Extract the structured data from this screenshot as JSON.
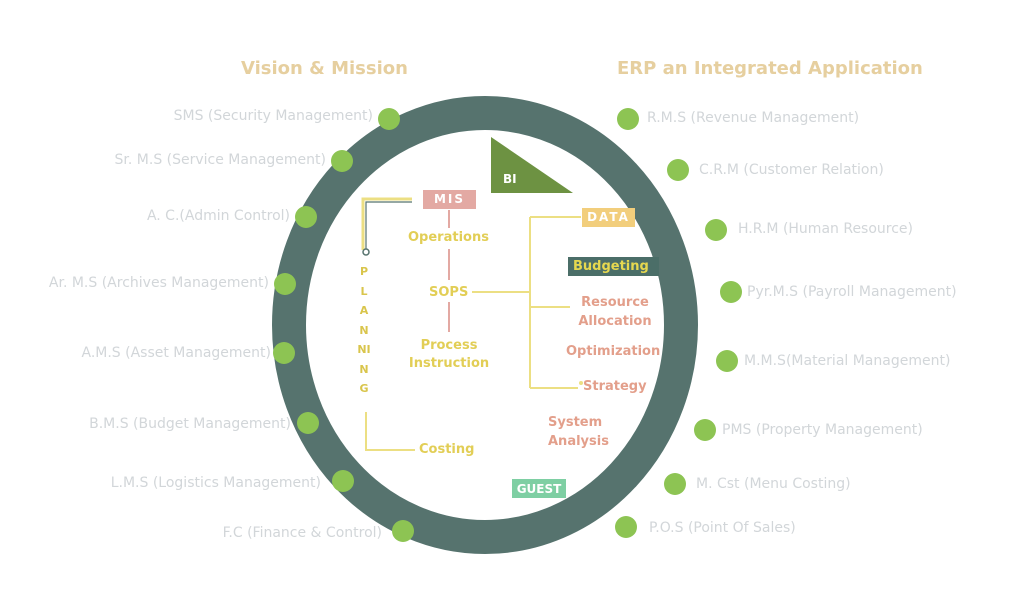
{
  "headings": {
    "left": "Vision & Mission",
    "right": "ERP an Integrated Application"
  },
  "left_modules": [
    "SMS (Security Management)",
    "Sr. M.S (Service Management)",
    "A. C.(Admin Control)",
    "Ar. M.S (Archives Management)",
    "A.M.S (Asset Management)",
    "B.M.S (Budget Management)",
    "L.M.S (Logistics Management)",
    "F.C (Finance & Control)"
  ],
  "right_modules": [
    "R.M.S (Revenue Management)",
    "C.R.M (Customer Relation)",
    "H.R.M (Human Resource)",
    "Pyr.M.S (Payroll Management)",
    "M.M.S(Material Management)",
    "PMS (Property Management)",
    "M. Cst (Menu Costing)",
    "P.O.S (Point Of Sales)"
  ],
  "center": {
    "bi": "BI",
    "mis": "MIS",
    "operations": "Operations",
    "sops": "SOPS",
    "process_instruction": "Process\nInstruction",
    "planning": "PLANNING",
    "costing": "Costing",
    "data": "DATA",
    "budgeting": "Budgeting",
    "resource_allocation": "Resource\nAllocation",
    "optimization": "Optimization",
    "strategy": "Strategy",
    "system_analysis": "System\nAnalysis",
    "guest": "GUEST"
  },
  "colors": {
    "ring": "#56736e",
    "dot": "#8dc453",
    "heading": "#e6cf9f",
    "module_text": "#d2d6d9",
    "mis_box": "#e3a9a3",
    "data_box": "#f2ce7c",
    "budgeting_box": "#4b6e68",
    "budgeting_text": "#e6d84f",
    "bi_triangle": "#6d9242",
    "guest_box": "#7ecfa3",
    "yellow_text": "#e2ce56",
    "salmon_text": "#e39f8b",
    "connector": "#ecdf83"
  }
}
